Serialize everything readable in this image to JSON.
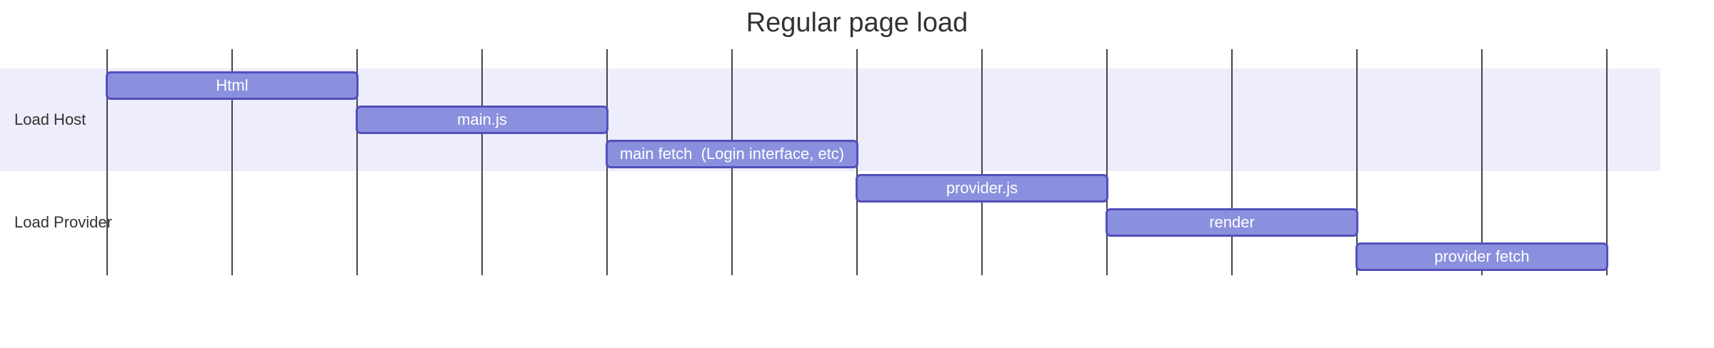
{
  "chart_data": {
    "type": "gantt",
    "title": "Regular page load",
    "axis": {
      "min": 0,
      "max": 12,
      "gridline_every": 1,
      "gridline_count": 13,
      "tick_labels_visible": false
    },
    "legend": null,
    "sections": [
      {
        "name": "Load Host",
        "tasks": [
          {
            "label": "Html",
            "start": 0,
            "end": 2
          },
          {
            "label": "main.js",
            "start": 2,
            "end": 4
          },
          {
            "label": "main fetch  (Login interface, etc)",
            "start": 4,
            "end": 6
          }
        ]
      },
      {
        "name": "Load Provider",
        "tasks": [
          {
            "label": "provider.js",
            "start": 6,
            "end": 8
          },
          {
            "label": "render",
            "start": 8,
            "end": 10
          },
          {
            "label": "provider fetch",
            "start": 10,
            "end": 12
          }
        ]
      }
    ],
    "colors": {
      "task_fill": "#8a90dd",
      "task_border": "#534fbc",
      "task_text": "#ffffff",
      "section_band": "#ededfb",
      "grid_line": "#44444c",
      "label_text": "#333333"
    }
  }
}
